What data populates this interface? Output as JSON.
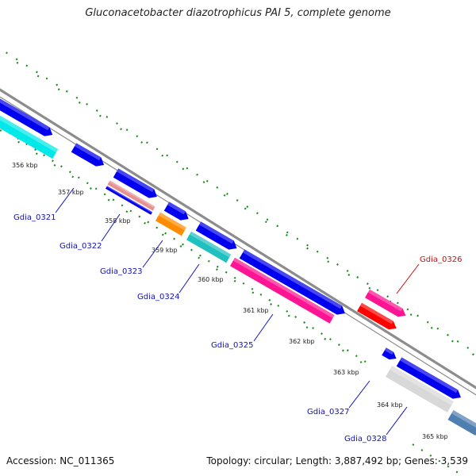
{
  "header": {
    "title": "Gluconacetobacter diazotrophicus PAI 5, complete genome"
  },
  "footer": {
    "accession": "Accession: NC_011365",
    "summary": "Topology: circular; Length: 3,887,492 bp; Genes: 3,539"
  },
  "colors": {
    "backbone": "#8c8c8c",
    "dots": "#1d8c1d",
    "label_blue": "#1111bb",
    "label_red": "#cc1111"
  },
  "kbp_labels": [
    "356 kbp",
    "357 kbp",
    "358 kbp",
    "359 kbp",
    "360 kbp",
    "361 kbp",
    "362 kbp",
    "363 kbp",
    "364 kbp",
    "365 kbp"
  ],
  "gene_labels": [
    {
      "text": "Gdia_0321",
      "color": "#1111bb"
    },
    {
      "text": "Gdia_0322",
      "color": "#1111bb"
    },
    {
      "text": "Gdia_0323",
      "color": "#1111bb"
    },
    {
      "text": "Gdia_0324",
      "color": "#1111bb"
    },
    {
      "text": "Gdia_0325",
      "color": "#1111bb"
    },
    {
      "text": "Gdia_0326",
      "color": "#cc1111"
    },
    {
      "text": "Gdia_0327",
      "color": "#1111bb"
    },
    {
      "text": "Gdia_0328",
      "color": "#1111bb"
    }
  ],
  "feature_colors": {
    "cds": "#0000ee",
    "cyan": "#00e8e8",
    "salmon": "#e89090",
    "orange": "#ff8c00",
    "teal": "#20c0c0",
    "pink": "#ff1493",
    "red": "#ff0000",
    "grey": "#d8d8d8",
    "steel": "#4f7fb0"
  }
}
